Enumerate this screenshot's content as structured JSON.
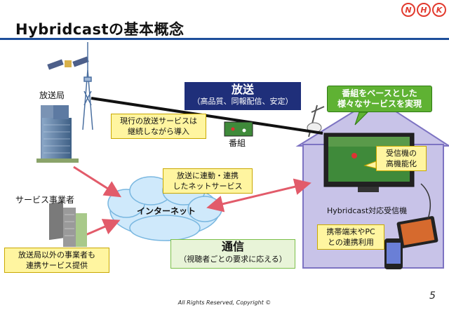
{
  "title": "Hybridcastの基本概念",
  "logo": [
    "N",
    "H",
    "K"
  ],
  "broadcaster_label": "放送局",
  "service_provider_label": "サービス事業者",
  "broadcast": {
    "title": "放送",
    "subtitle": "（高品質、同報配信、安定）"
  },
  "current_broadcast_note": [
    "現行の放送サービスは",
    "継続しながら導入"
  ],
  "program_label": "番組",
  "linked_service_note": [
    "放送に連動・連携",
    "したネットサービス"
  ],
  "internet_label": "インターネット",
  "other_providers_note": [
    "放送局以外の事業者も",
    "連携サービス提供"
  ],
  "communication": {
    "title": "通信",
    "subtitle": "（視聴者ごとの要求に応える）"
  },
  "callout": [
    "番組をベースとした",
    "様々なサービスを実現"
  ],
  "receiver_note": [
    "受信機の",
    "高機能化"
  ],
  "receiver_label": "Hybridcast対応受信機",
  "devices_note": [
    "携帯端末やPC",
    "との連携利用"
  ],
  "footer": "All Rights Reserved, Copyright ©",
  "page_number": "5",
  "colors": {
    "title_rule": "#1e4e9a",
    "broadcast_box": "#1f2f7a",
    "house": "#c8c3e8",
    "cloud": "#cfe9fb",
    "note_yellow": "#fff5a0",
    "note_green": "#5fb233",
    "arrow_red": "#e25b6a"
  }
}
